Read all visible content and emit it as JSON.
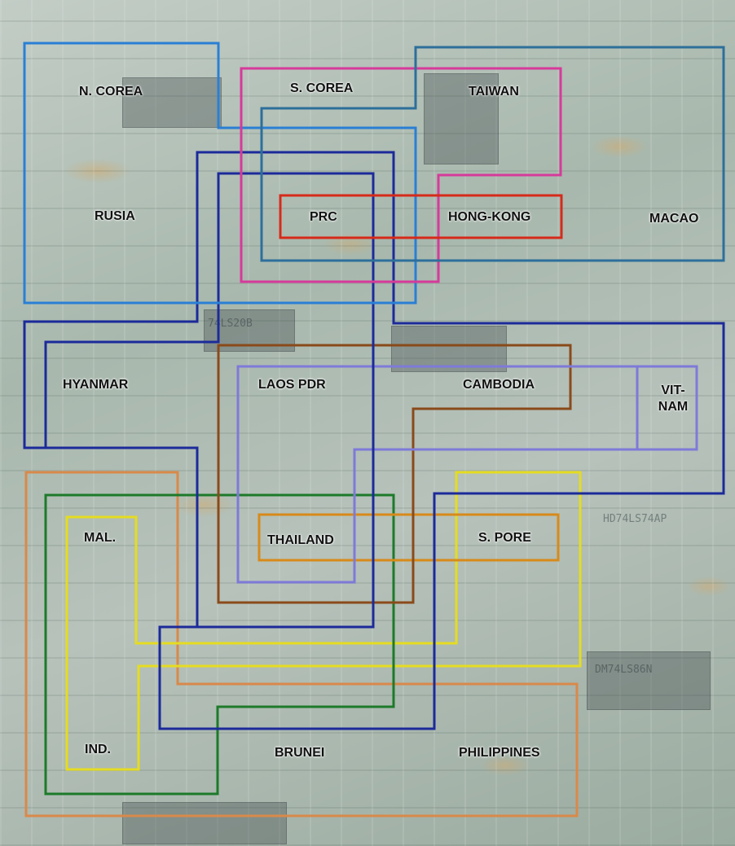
{
  "regions": {
    "n_corea": "N. COREA",
    "s_corea": "S. COREA",
    "taiwan": "TAIWAN",
    "rusia": "RUSIA",
    "prc": "PRC",
    "hong_kong": "HONG-KONG",
    "macao": "MACAO",
    "hyanmar": "HYANMAR",
    "laos_pdr": "LAOS PDR",
    "cambodia": "CAMBODIA",
    "vit": "VIT-",
    "nam": "NAM",
    "mal": "MAL.",
    "thailand": "THAILAND",
    "s_pore": "S. PORE",
    "ind": "IND.",
    "brunei": "BRUNEI",
    "philippines": "PHILIPPINES"
  },
  "outline_colors": {
    "north_asia": "#2a7fd4",
    "s_corea_taiwan": "#d63a9a",
    "macao": "#2d6f9a",
    "central_block": "#1c2a9a",
    "hong_kong_prc": "#d62a1a",
    "mainland_southeast": "#8a4a1a",
    "laos_vitnam": "#7e7ad8",
    "maritime": "#d9894a",
    "mal_s_pore": "#e5dc20",
    "ind_brunei": "#1d7a2a",
    "thailand_s_pore": "#d88a1a"
  }
}
